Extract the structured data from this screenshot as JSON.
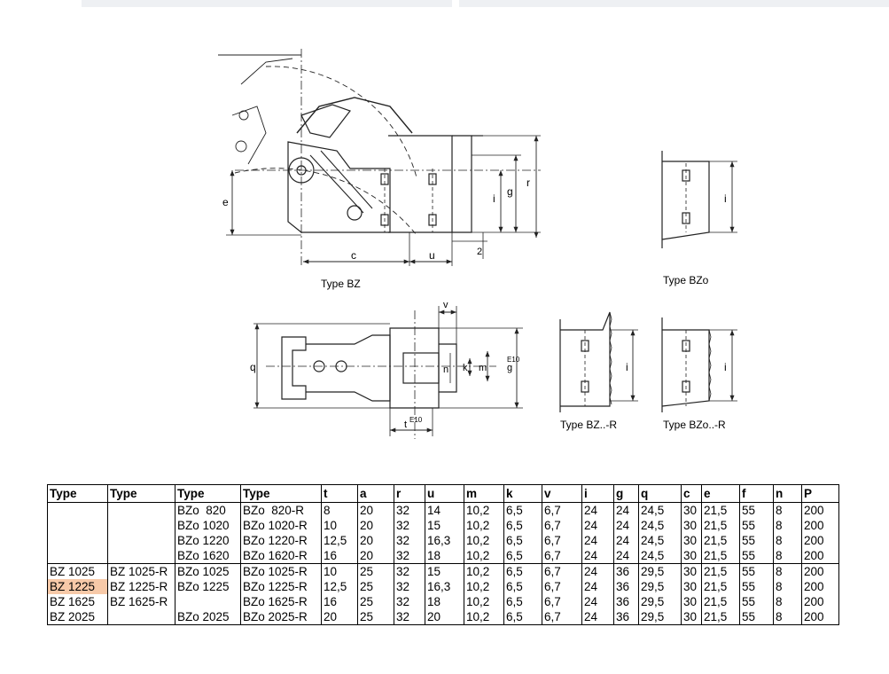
{
  "figure_labels": {
    "type_bz": "Type  BZ",
    "type_bzo": "Type  BZo",
    "type_bz_r": "Type  BZ..-R",
    "type_bzo_r": "Type  BZo..-R"
  },
  "dimension_letters": {
    "e": "e",
    "c": "c",
    "u": "u",
    "two": "2",
    "i": "i",
    "g": "g",
    "r": "r",
    "q": "q",
    "n": "n",
    "k": "k",
    "m": "m",
    "v": "v",
    "t": "t",
    "t_sup": "E10",
    "g_sup": "E10"
  },
  "table": {
    "headers": [
      "Type",
      "Type",
      "Type",
      "Type",
      "t",
      "a",
      "r",
      "u",
      "m",
      "k",
      "v",
      "i",
      "g",
      "q",
      "c",
      "e",
      "f",
      "n",
      "P"
    ],
    "rows": [
      [
        "",
        "",
        "BZo  820",
        "BZo  820-R",
        "8",
        "20",
        "32",
        "14",
        "10,2",
        "6,5",
        "6,7",
        "24",
        "24",
        "24,5",
        "30",
        "21,5",
        "55",
        "8",
        "200"
      ],
      [
        "",
        "",
        "BZo 1020",
        "BZo 1020-R",
        "10",
        "20",
        "32",
        "15",
        "10,2",
        "6,5",
        "6,7",
        "24",
        "24",
        "24,5",
        "30",
        "21,5",
        "55",
        "8",
        "200"
      ],
      [
        "",
        "",
        "BZo 1220",
        "BZo 1220-R",
        "12,5",
        "20",
        "32",
        "16,3",
        "10,2",
        "6,5",
        "6,7",
        "24",
        "24",
        "24,5",
        "30",
        "21,5",
        "55",
        "8",
        "200"
      ],
      [
        "",
        "",
        "BZo 1620",
        "BZo 1620-R",
        "16",
        "20",
        "32",
        "18",
        "10,2",
        "6,5",
        "6,7",
        "24",
        "24",
        "24,5",
        "30",
        "21,5",
        "55",
        "8",
        "200"
      ],
      [
        "BZ 1025",
        "BZ 1025-R",
        "BZo 1025",
        "BZo 1025-R",
        "10",
        "25",
        "32",
        "15",
        "10,2",
        "6,5",
        "6,7",
        "24",
        "36",
        "29,5",
        "30",
        "21,5",
        "55",
        "8",
        "200"
      ],
      [
        "BZ 1225",
        "BZ 1225-R",
        "BZo 1225",
        "BZo 1225-R",
        "12,5",
        "25",
        "32",
        "16,3",
        "10,2",
        "6,5",
        "6,7",
        "24",
        "36",
        "29,5",
        "30",
        "21,5",
        "55",
        "8",
        "200"
      ],
      [
        "BZ 1625",
        "BZ 1625-R",
        "",
        "BZo 1625-R",
        "16",
        "25",
        "32",
        "18",
        "10,2",
        "6,5",
        "6,7",
        "24",
        "36",
        "29,5",
        "30",
        "21,5",
        "55",
        "8",
        "200"
      ],
      [
        "BZ 2025",
        "",
        "BZo 2025",
        "BZo 2025-R",
        "20",
        "25",
        "32",
        "20",
        "10,2",
        "6,5",
        "6,7",
        "24",
        "36",
        "29,5",
        "30",
        "21,5",
        "55",
        "8",
        "200"
      ]
    ],
    "highlight_color": "#f7c9a8"
  }
}
